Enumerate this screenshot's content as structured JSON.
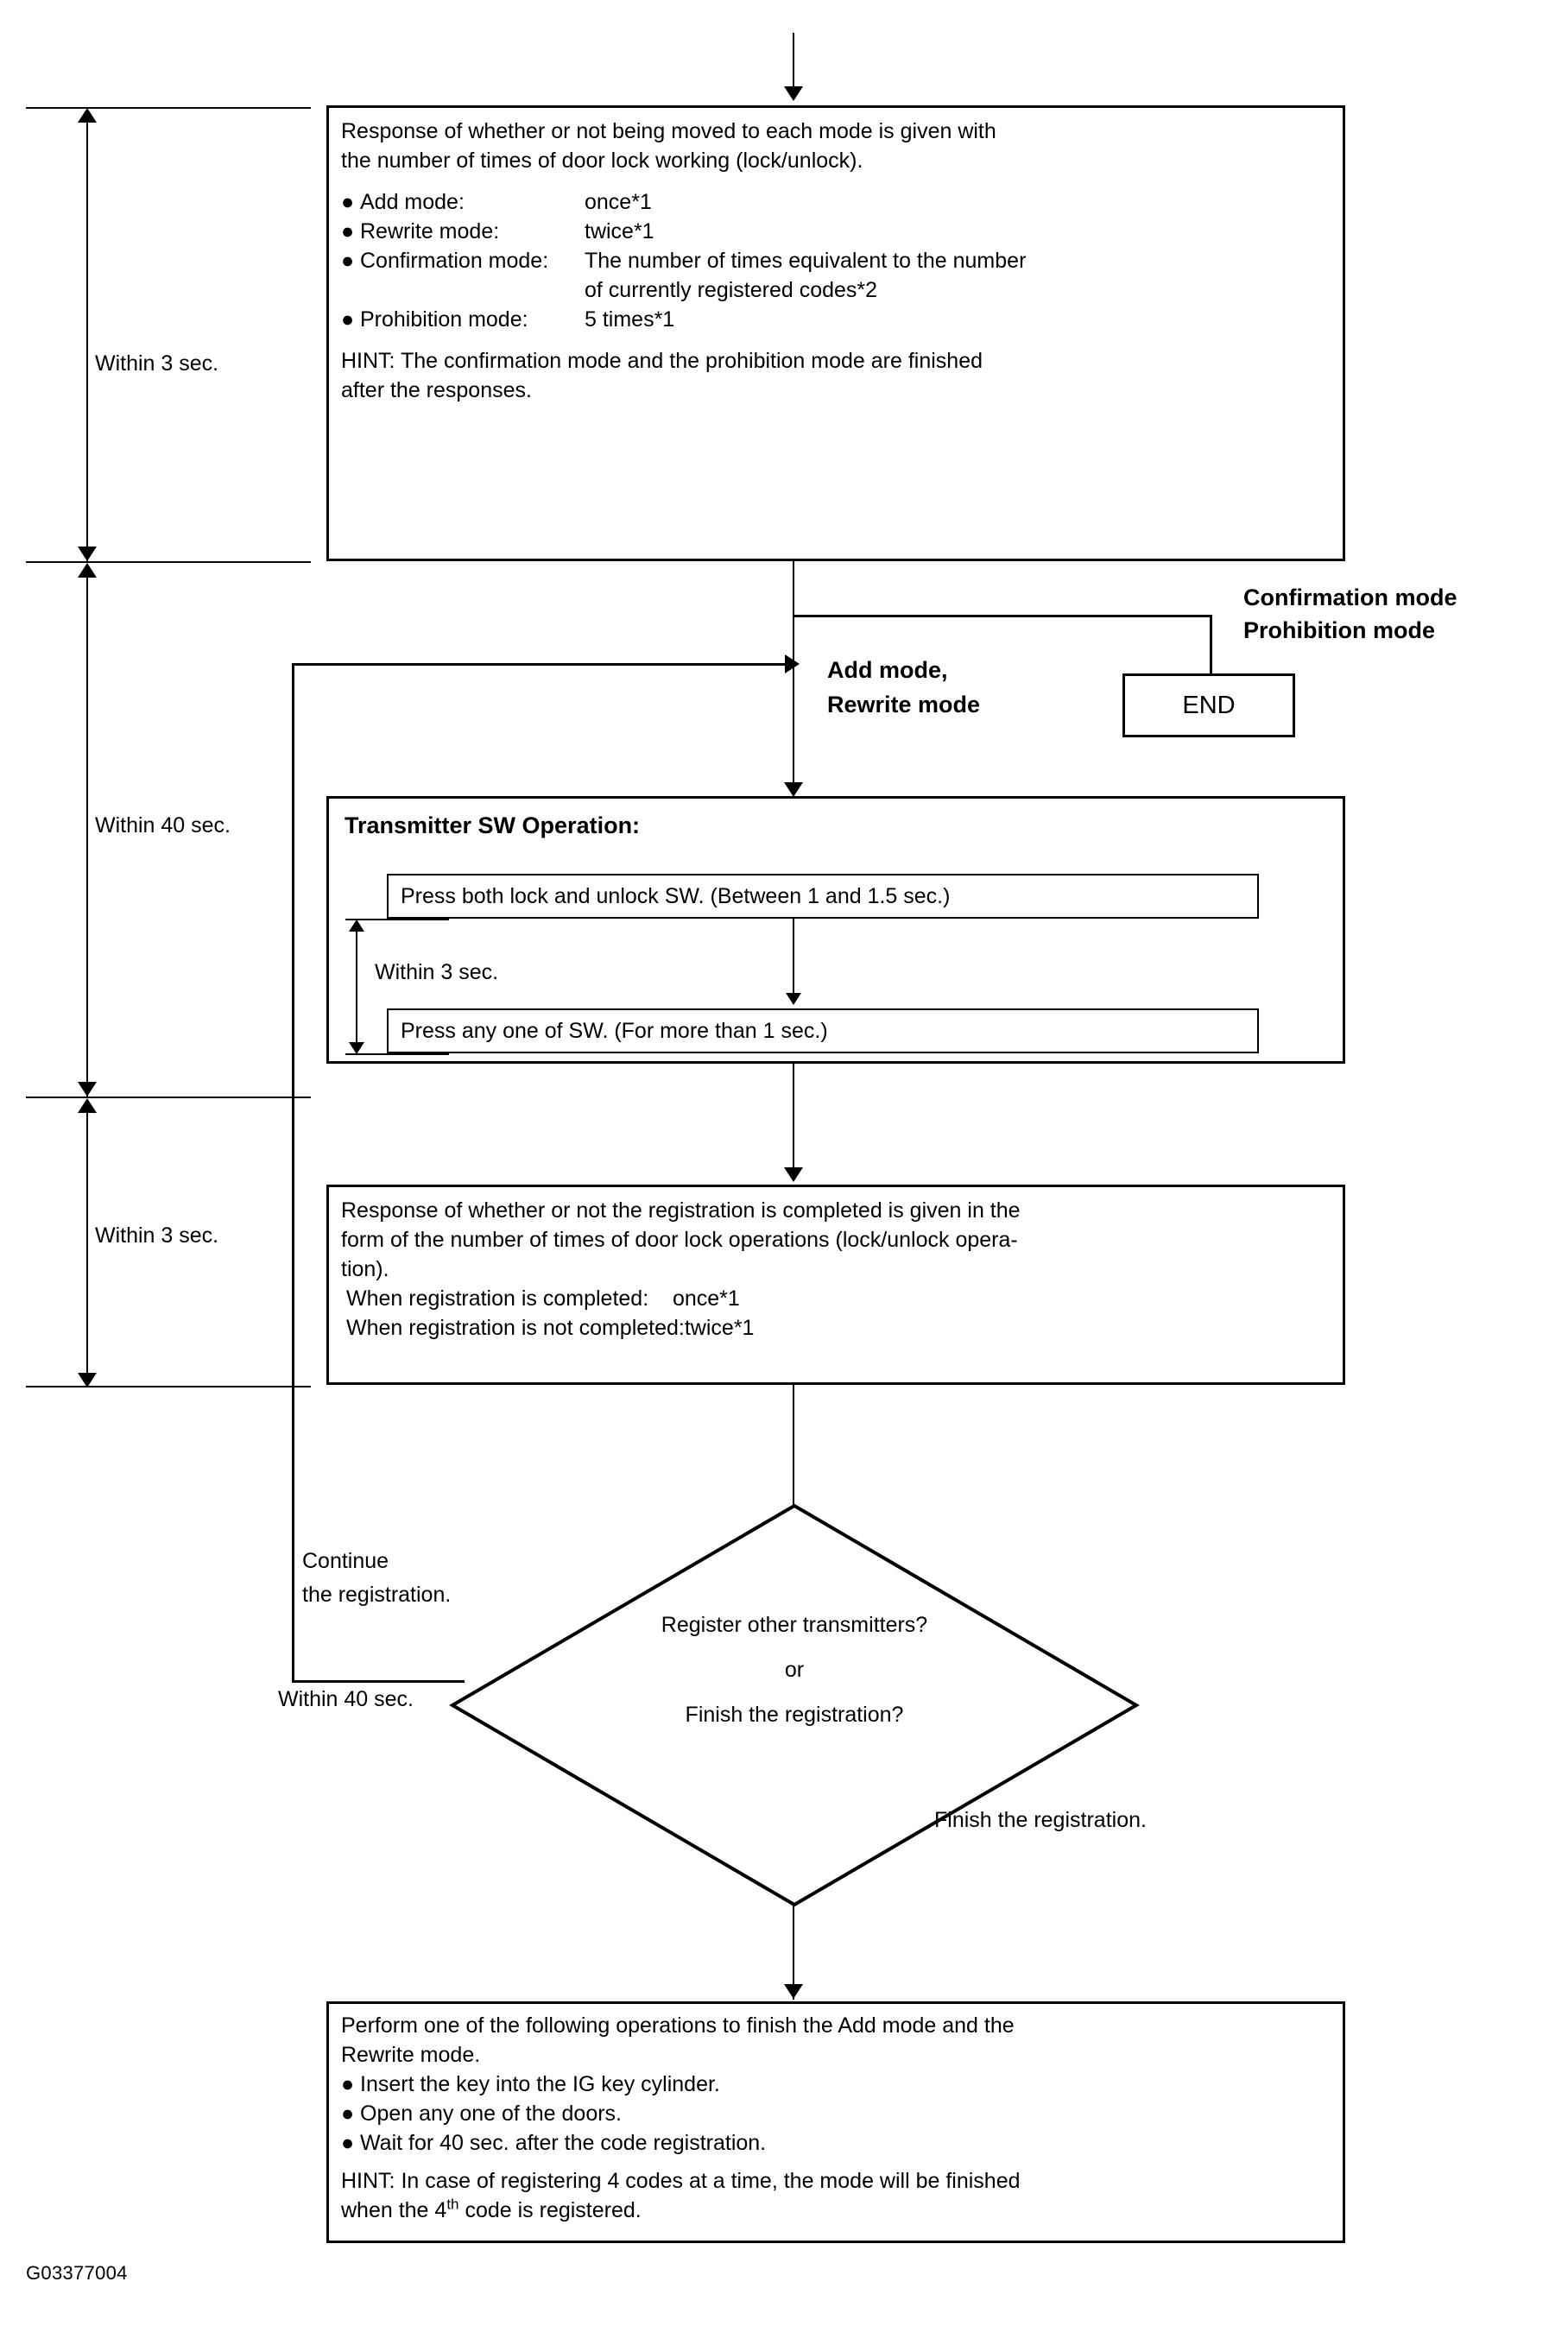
{
  "figure": {
    "id_label": "G03377004",
    "title": "Transmitter code registration flow"
  },
  "timing_brackets": [
    {
      "label": "Within 3 sec."
    },
    {
      "label": "Within 40 sec."
    },
    {
      "label": "Within 3 sec."
    }
  ],
  "response_box": {
    "paragraph_line1": "Response of whether or not being moved to each mode is given with",
    "paragraph_line2": "the number of times of door lock working (lock/unlock).",
    "modes": [
      {
        "bullet": "●",
        "name": "Add mode:",
        "value": "once*1",
        "value2": ""
      },
      {
        "bullet": "●",
        "name": "Rewrite mode:",
        "value": "twice*1",
        "value2": ""
      },
      {
        "bullet": "●",
        "name": "Confirmation mode:",
        "value": "The number of times equivalent to the number",
        "value2": "of currently registered codes*2"
      },
      {
        "bullet": "●",
        "name": "Prohibition mode:",
        "value": "5 times*1",
        "value2": ""
      }
    ],
    "hint_line1": "HINT: The confirmation mode and the prohibition mode are finished",
    "hint_line2": "after the responses."
  },
  "branch": {
    "add_rewrite_line1": "Add mode,",
    "add_rewrite_line2": "Rewrite mode",
    "confirmation_label": "Confirmation mode",
    "prohibition_label": "Prohibition mode",
    "end_label": "END"
  },
  "transmitter_box": {
    "heading": "Transmitter SW Operation:",
    "step1": "Press both lock and unlock SW. (Between 1 and 1.5 sec.)",
    "step2": "Press any one of SW. (For more than 1 sec.)",
    "inner_timing": "Within 3 sec."
  },
  "registration_result_box": {
    "line1": "Response of whether or not the registration is completed is given in the",
    "line2": "form of the number of times of door lock operations (lock/unlock opera-",
    "line3": "tion).",
    "line4": "When registration is completed:    once*1",
    "line5": "When registration is not completed:twice*1"
  },
  "decision": {
    "line1": "Register other transmitters?",
    "line2": "or",
    "line3": "Finish the registration?",
    "branch_continue_line1": "Continue",
    "branch_continue_line2": "the registration.",
    "branch_continue_timing": "Within 40 sec.",
    "branch_finish": "Finish the registration."
  },
  "finish_box": {
    "line1": "Perform one of the following operations to finish the Add mode and the",
    "line2": "Rewrite mode.",
    "bullets": [
      {
        "bullet": "●",
        "text": "Insert the key into the IG key cylinder."
      },
      {
        "bullet": "●",
        "text": "Open any one of the doors."
      },
      {
        "bullet": "●",
        "text": "Wait for 40 sec. after the code registration."
      }
    ],
    "hint_line1": "HINT: In case of registering 4 codes at a time, the mode will be finished",
    "hint_line2_pre": "when the 4",
    "hint_line2_sup": "th",
    "hint_line2_post": " code is registered."
  },
  "colors": {
    "ink": "#000000",
    "paper": "#ffffff"
  }
}
